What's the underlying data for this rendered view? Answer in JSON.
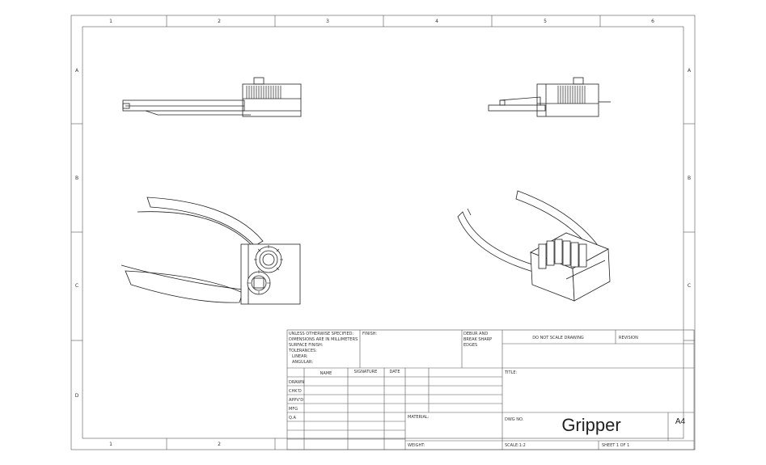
{
  "zones": {
    "columns": [
      "1",
      "2",
      "3",
      "4",
      "5",
      "6"
    ],
    "bottom_columns": [
      "1",
      "2"
    ],
    "rows": [
      "A",
      "B",
      "C",
      "D"
    ]
  },
  "title_block": {
    "tolerance_lines": [
      "UNLESS OTHERWISE SPECIFIED:",
      "DIMENSIONS ARE IN MILLIMETERS",
      "SURFACE FINISH:",
      "TOLERANCES:",
      "LINEAR:",
      "ANGULAR:"
    ],
    "finish_label": "FINISH:",
    "deburr_lines": [
      "DEBUR AND",
      "BREAK SHARP",
      "EDGES"
    ],
    "do_not_scale": "DO NOT SCALE DRAWING",
    "revision_label": "REVISION",
    "columns": [
      "NAME",
      "SIGNATURE",
      "DATE"
    ],
    "rows": [
      "DRAWN",
      "CHK'D",
      "APPV'D",
      "MFG",
      "Q.A"
    ],
    "title_label": "TITLE:",
    "material_label": "MATERIAL:",
    "dwg_no_label": "DWG NO.",
    "drawing_title": "Gripper",
    "sheet_size": "A4",
    "weight_label": "WEIGHT:",
    "scale_label": "SCALE:1:2",
    "sheet_label": "SHEET 1 OF 1"
  }
}
